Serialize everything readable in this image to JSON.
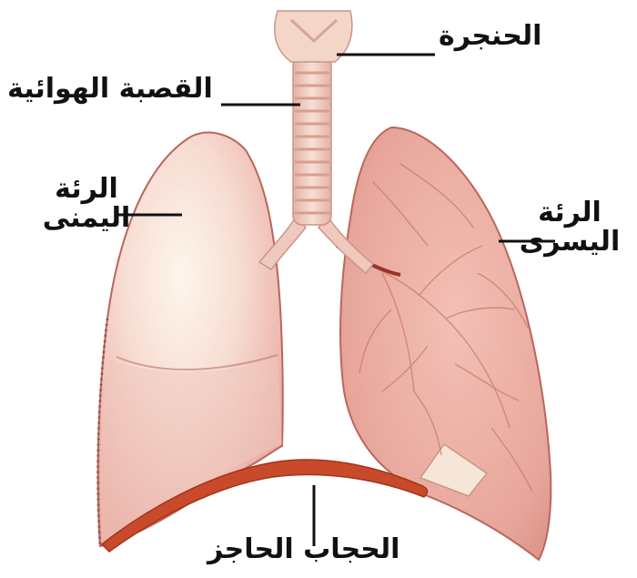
{
  "labels": {
    "larynx": "الحنجرة",
    "trachea": "القصبة الهوائية",
    "right_lung_line1": "الرئة",
    "right_lung_line2": "اليمنى",
    "left_lung_line1": "الرئة",
    "left_lung_line2": "اليسرى",
    "diaphragm": "الحجاب الحاجز"
  },
  "colors": {
    "lung_right": "#f2c9c2",
    "lung_right_highlight": "#fbf3e9",
    "lung_left": "#e8aaa0",
    "lung_outline": "#b8675c",
    "trachea": "#efc9bd",
    "trachea_ring": "#d79e90",
    "diaphragm": "#c84a2b",
    "leader_line": "#111111"
  }
}
